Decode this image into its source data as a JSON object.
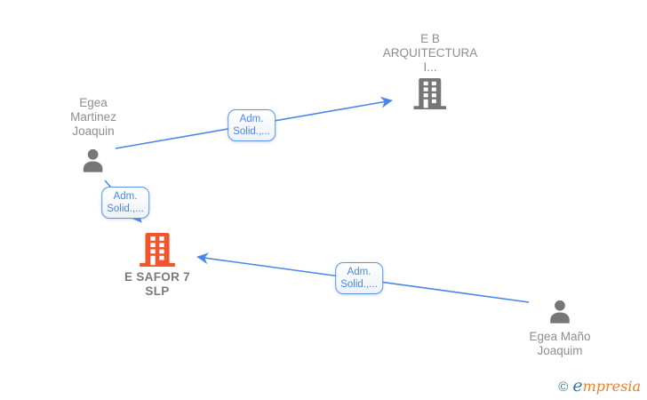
{
  "colors": {
    "edge": "#4a86e8",
    "box-border": "#5a93e8",
    "box-text": "#4a86e8",
    "node-gray": "#767676",
    "label-gray": "#8e8e8e",
    "label-dark": "#7a7a7a",
    "highlight-orange": "#f4542c",
    "wm-copyright": "#3d7f92",
    "wm-e": "#2a72b8",
    "wm-rest": "#ef7d22"
  },
  "icons": {
    "person": "person-icon",
    "company": "building-icon"
  },
  "nodes": {
    "person1": {
      "type": "person",
      "lines": [
        "Egea",
        "Martinez",
        "Joaquin"
      ]
    },
    "company1": {
      "type": "company",
      "lines": [
        "E B",
        "ARQUITECTURA",
        "I..."
      ]
    },
    "company2": {
      "type": "company",
      "lines": [
        "E SAFOR 7",
        "SLP"
      ]
    },
    "person2": {
      "type": "person",
      "lines": [
        "Egea Maño",
        "Joaquim"
      ]
    }
  },
  "edges": {
    "e1": {
      "from": "person1",
      "to": "company1",
      "label": [
        "Adm.",
        "Solid.,..."
      ]
    },
    "e2": {
      "from": "person1",
      "to": "company2",
      "label": [
        "Adm.",
        "Solid.,..."
      ]
    },
    "e3": {
      "from": "person2",
      "to": "company2",
      "label": [
        "Adm.",
        "Solid.,..."
      ]
    }
  },
  "watermark": {
    "copyright": "©",
    "brand_e": "e",
    "brand_rest": "mpresia"
  }
}
